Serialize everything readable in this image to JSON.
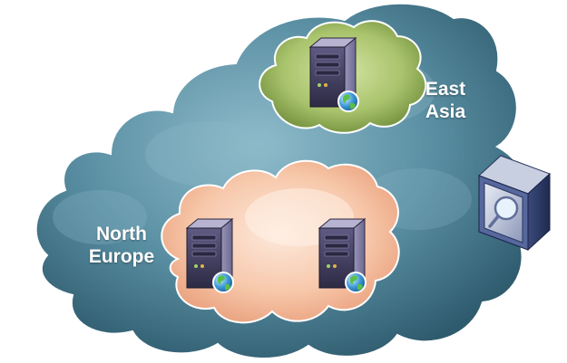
{
  "regions": {
    "east_asia": {
      "line1": "East",
      "line2": "Asia"
    },
    "north_europe": {
      "line1": "North",
      "line2": "Europe"
    }
  },
  "icons": {
    "global_cloud": "cloud-icon",
    "east_asia_cloud": "cloud-icon",
    "north_europe_cloud": "cloud-icon",
    "server": "server-icon",
    "globe": "globe-icon",
    "monitor": "search-icon"
  },
  "colors": {
    "global_cloud": "#3f7488",
    "east_asia_cloud": "#8aab52",
    "north_europe_cloud": "#f6c4a4",
    "server_body": "#3d3a58",
    "monitor_frame": "#4a5a8c"
  }
}
